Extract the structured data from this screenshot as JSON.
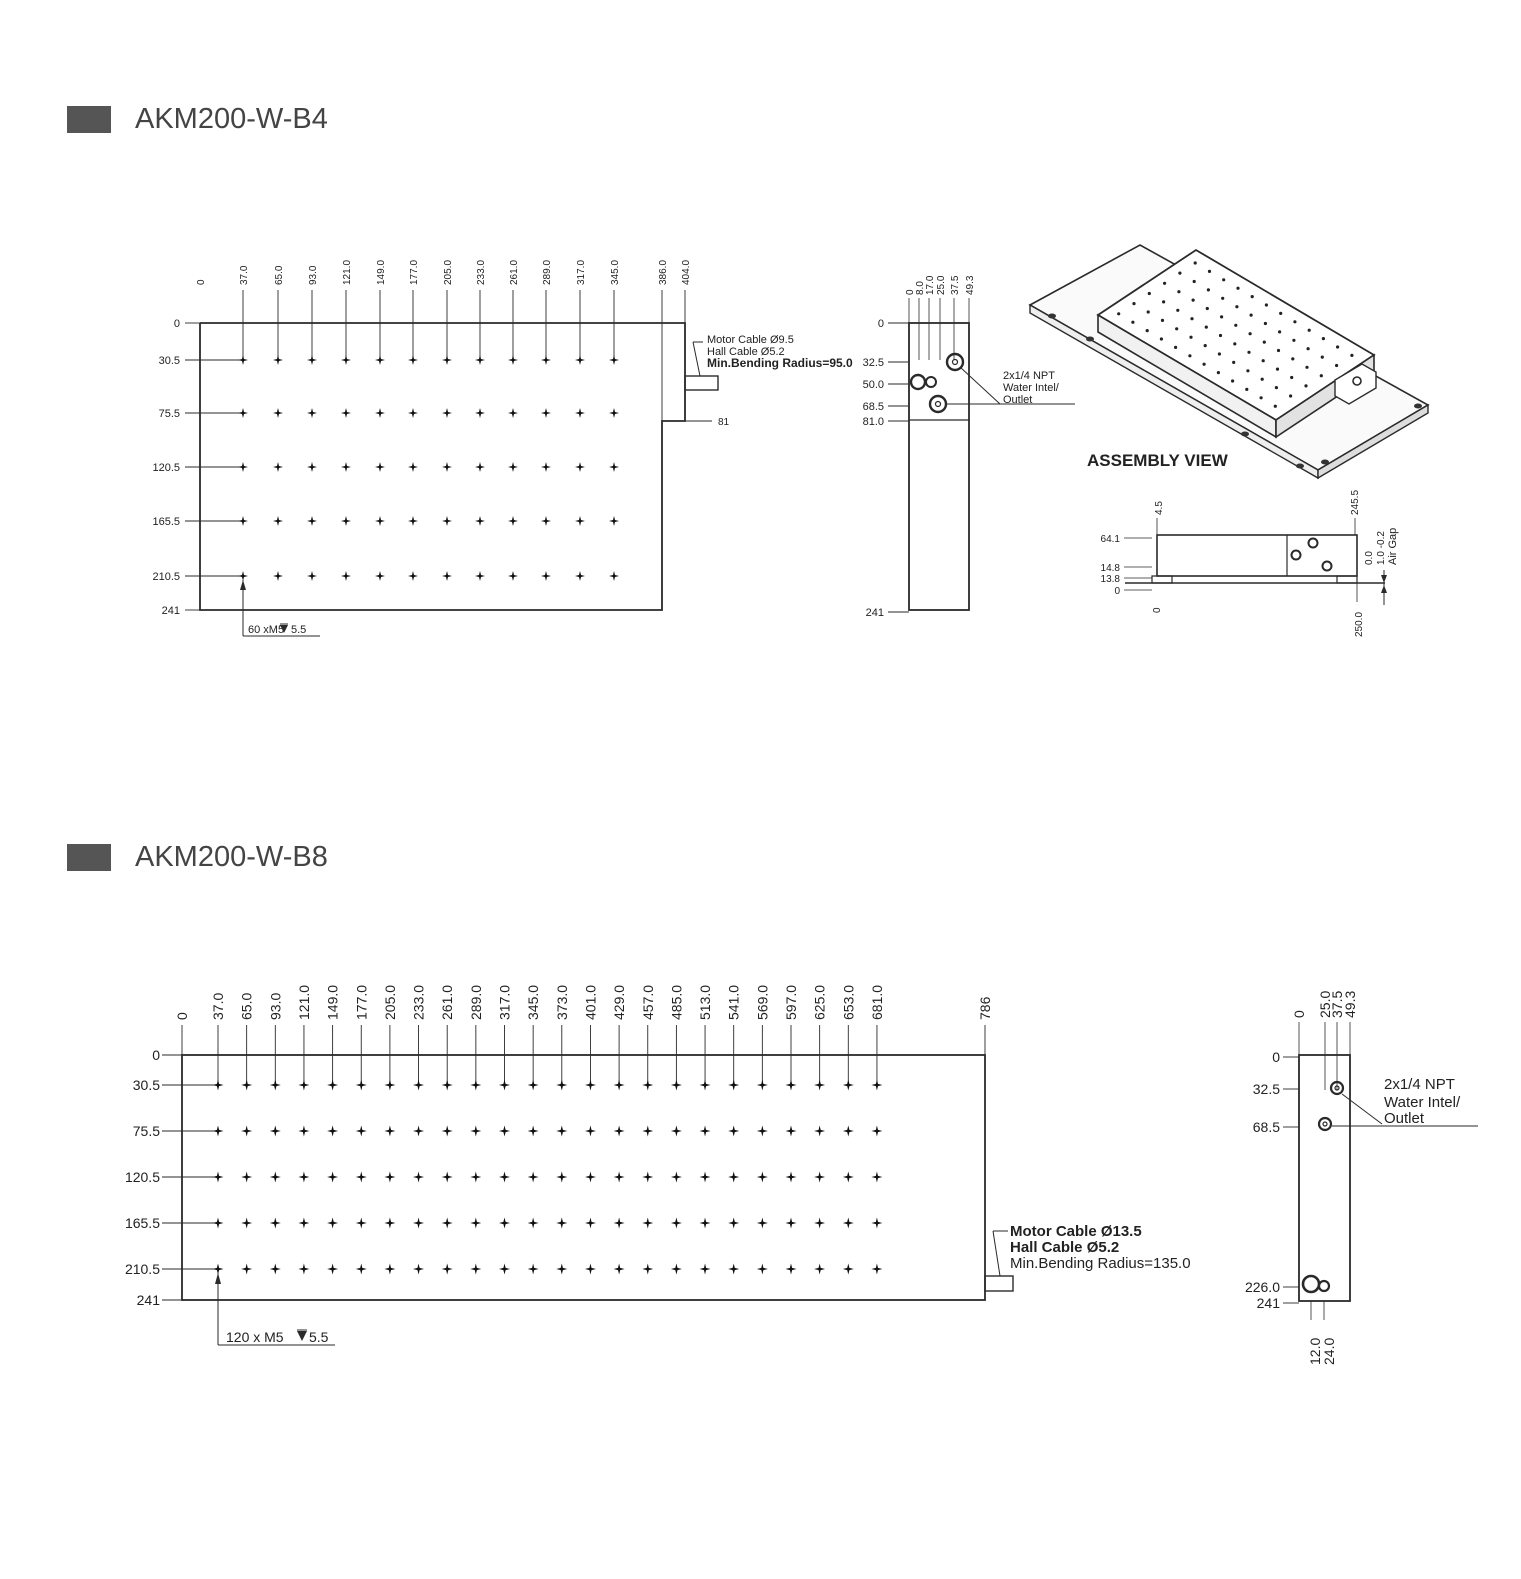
{
  "sections": [
    {
      "title": "AKM200-W-B4"
    },
    {
      "title": "AKM200-W-B8"
    }
  ],
  "b4": {
    "top_dims": [
      "0",
      "37.0",
      "65.0",
      "93.0",
      "121.0",
      "149.0",
      "177.0",
      "205.0",
      "233.0",
      "261.0",
      "289.0",
      "317.0",
      "345.0",
      "386.0",
      "404.0"
    ],
    "left_dims": [
      "0",
      "30.5",
      "75.5",
      "120.5",
      "165.5",
      "210.5",
      "241"
    ],
    "right_dim": "81",
    "hole_label": "60 xM5",
    "hole_depth": "5.5",
    "cable_lines": [
      "Motor Cable Ø9.5",
      "Hall Cable Ø5.2",
      "Min.Bending Radius=95.0"
    ],
    "side": {
      "top_dims": [
        "0",
        "8.0",
        "17.0",
        "25.0",
        "37.5",
        "49.3"
      ],
      "left_dims": [
        "0",
        "32.5",
        "50.0",
        "68.5",
        "81.0",
        "241"
      ],
      "water_lines": [
        "2x1/4 NPT",
        "Water Intel/",
        "Outlet"
      ]
    },
    "assembly_label": "ASSEMBLY VIEW",
    "front": {
      "top_dims": [
        "4.5",
        "245.5"
      ],
      "left_dims": [
        "64.1",
        "14.8",
        "13.8",
        "0"
      ],
      "bottom_dims": [
        "0",
        "250.0"
      ],
      "gap_dims": [
        "0.0",
        "1.0 -0.2"
      ],
      "gap_label": "Air Gap"
    }
  },
  "b8": {
    "top_dims": [
      "0",
      "37.0",
      "65.0",
      "93.0",
      "121.0",
      "149.0",
      "177.0",
      "205.0",
      "233.0",
      "261.0",
      "289.0",
      "317.0",
      "345.0",
      "373.0",
      "401.0",
      "429.0",
      "457.0",
      "485.0",
      "513.0",
      "541.0",
      "569.0",
      "597.0",
      "625.0",
      "653.0",
      "681.0",
      "786"
    ],
    "left_dims": [
      "0",
      "30.5",
      "75.5",
      "120.5",
      "165.5",
      "210.5",
      "241"
    ],
    "hole_label": "120 x M5",
    "hole_depth": "5.5",
    "cable_lines": [
      "Motor Cable Ø13.5",
      "Hall Cable Ø5.2",
      "Min.Bending Radius=135.0"
    ],
    "side": {
      "top_dims": [
        "0",
        "25.0",
        "37.5",
        "49.3"
      ],
      "left_dims": [
        "0",
        "32.5",
        "68.5",
        "226.0",
        "241"
      ],
      "bottom_dims": [
        "12.0",
        "24.0"
      ],
      "water_lines": [
        "2x1/4 NPT",
        "Water Intel/",
        "Outlet"
      ]
    }
  }
}
